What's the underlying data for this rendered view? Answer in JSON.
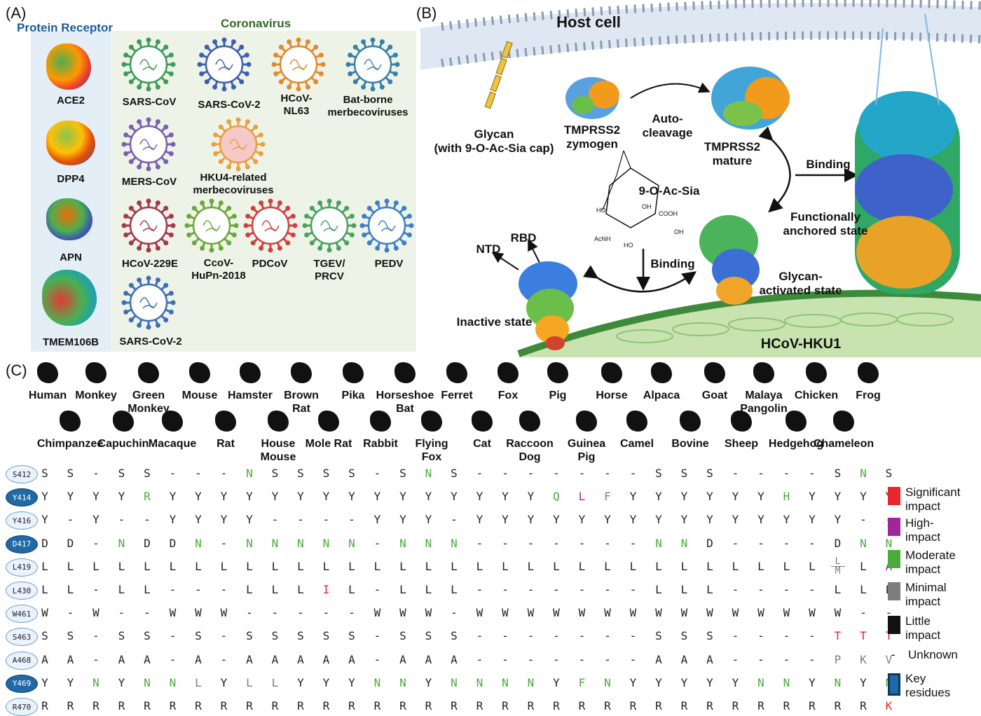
{
  "panels": {
    "a": "(A)",
    "b": "(B)",
    "c": "(C)"
  },
  "panelA": {
    "receptor_header": "Protein Receptor",
    "virus_header": "Coronavirus",
    "receptors": [
      "ACE2",
      "DPP4",
      "APN",
      "TMEM106B"
    ],
    "viruses": {
      "row1": [
        "SARS-CoV",
        "SARS-CoV-2",
        "HCoV-\nNL63",
        "Bat-borne\nmerbecoviruses"
      ],
      "row2": [
        "MERS-CoV",
        "HKU4-related\nmerbecoviruses"
      ],
      "row3": [
        "HCoV-229E",
        "CcoV-\nHuPn-2018",
        "PDCoV",
        "TGEV/\nPRCV",
        "PEDV"
      ],
      "row4": [
        "SARS-CoV-2"
      ]
    },
    "colors": {
      "receptor_header": "#1b5a99",
      "virus_header": "#2f6b1f"
    }
  },
  "panelB": {
    "host_cell": "Host cell",
    "virus_name": "HCoV-HKU1",
    "glycan": "Glycan\n(with 9-O-Ac-Sia cap)",
    "zymogen": "TMPRSS2\nzymogen",
    "autocleavage": "Auto-\ncleavage",
    "mature": "TMPRSS2\nmature",
    "sia": "9-O-Ac-Sia",
    "binding1": "Binding",
    "binding2": "Binding",
    "functional": "Functionally\nanchored state",
    "glycan_activated": "Glycan-\nactivated state",
    "inactive": "Inactive state",
    "ntd": "NTD",
    "rbd": "RBD",
    "chem": {
      "hoa": "HO",
      "oh1": "OH",
      "cooh": "COOH",
      "oh2": "OH",
      "acnh": "AcNH",
      "hob": "HO"
    }
  },
  "panelC": {
    "animals_row1": [
      "Human",
      "Monkey",
      "Green\nMonkey",
      "Mouse",
      "Hamster",
      "Brown\nRat",
      "Pika",
      "Horseshoe\nBat",
      "Ferret",
      "Fox",
      "Pig",
      "Horse",
      "Alpaca",
      "Goat",
      "Malaya\nPangolin",
      "Chicken",
      "Frog"
    ],
    "animals_row2": [
      "Chimpanzee",
      "Capuchin",
      "Macaque",
      "Rat",
      "House\nMouse",
      "Mole Rat",
      "Rabbit",
      "Flying\nFox",
      "Cat",
      "Raccoon\nDog",
      "Guinea\nPig",
      "Camel",
      "Bovine",
      "Sheep",
      "Hedgehog",
      "Chameleon"
    ],
    "residues": [
      {
        "label": "S412",
        "key": false,
        "cells": [
          "S",
          "S",
          "-",
          "S",
          "S",
          "-",
          "-",
          "-",
          "N",
          "S",
          "S",
          "S",
          "S",
          "-",
          "S",
          "N",
          "S",
          "-",
          "-",
          "-",
          "-",
          "-",
          "-",
          "-",
          "S",
          "S",
          "S",
          "-",
          "-",
          "-",
          "-",
          "S",
          "N",
          "S"
        ]
      },
      {
        "label": "Y414",
        "key": true,
        "cells": [
          "Y",
          "Y",
          "Y",
          "Y",
          "R",
          "Y",
          "Y",
          "Y",
          "Y",
          "Y",
          "Y",
          "Y",
          "Y",
          "Y",
          "Y",
          "Y",
          "Y",
          "Y",
          "Y",
          "Y",
          "Q",
          "L",
          "F",
          "Y",
          "Y",
          "Y",
          "Y",
          "Y",
          "Y",
          "H",
          "Y",
          "Y",
          "Y",
          "Y"
        ]
      },
      {
        "label": "Y416",
        "key": false,
        "cells": [
          "Y",
          "-",
          "Y",
          "-",
          "-",
          "Y",
          "Y",
          "Y",
          "Y",
          "-",
          "-",
          "-",
          "-",
          "Y",
          "Y",
          "Y",
          "-",
          "Y",
          "Y",
          "Y",
          "Y",
          "Y",
          "Y",
          "Y",
          "Y",
          "Y",
          "Y",
          "Y",
          "Y",
          "Y",
          "Y",
          "Y",
          "-",
          "-"
        ]
      },
      {
        "label": "D417",
        "key": true,
        "cells": [
          "D",
          "D",
          "-",
          "N",
          "D",
          "D",
          "N",
          "-",
          "N",
          "N",
          "N",
          "N",
          "N",
          "-",
          "N",
          "N",
          "N",
          "-",
          "-",
          "-",
          "-",
          "-",
          "-",
          "-",
          "N",
          "N",
          "D",
          "-",
          "-",
          "-",
          "-",
          "D",
          "N",
          "N"
        ]
      },
      {
        "label": "L419",
        "key": false,
        "cells": [
          "L",
          "L",
          "L",
          "L",
          "L",
          "L",
          "L",
          "L",
          "L",
          "L",
          "L",
          "L",
          "L",
          "L",
          "L",
          "L",
          "L",
          "L",
          "L",
          "L",
          "L",
          "L",
          "L",
          "L",
          "L",
          "L",
          "L",
          "L",
          "L",
          "L",
          "L",
          "L/M",
          "L",
          "A"
        ]
      },
      {
        "label": "L430",
        "key": false,
        "cells": [
          "L",
          "L",
          "-",
          "L",
          "L",
          "-",
          "-",
          "-",
          "L",
          "L",
          "L",
          "I",
          "L",
          "-",
          "L",
          "L",
          "L",
          "-",
          "-",
          "-",
          "-",
          "-",
          "-",
          "-",
          "L",
          "L",
          "L",
          "-",
          "-",
          "-",
          "-",
          "L",
          "L",
          "L"
        ]
      },
      {
        "label": "W461",
        "key": false,
        "cells": [
          "W",
          "-",
          "W",
          "-",
          "-",
          "W",
          "W",
          "W",
          "-",
          "-",
          "-",
          "-",
          "-",
          "W",
          "W",
          "W",
          "-",
          "W",
          "W",
          "W",
          "W",
          "W",
          "W",
          "W",
          "W",
          "W",
          "W",
          "W",
          "W",
          "W",
          "W",
          "W",
          "-",
          "-"
        ]
      },
      {
        "label": "S463",
        "key": false,
        "cells": [
          "S",
          "S",
          "-",
          "S",
          "S",
          "-",
          "S",
          "-",
          "S",
          "S",
          "S",
          "S",
          "S",
          "-",
          "S",
          "S",
          "S",
          "-",
          "-",
          "-",
          "-",
          "-",
          "-",
          "-",
          "S",
          "S",
          "S",
          "-",
          "-",
          "-",
          "-",
          "T",
          "T",
          "T"
        ]
      },
      {
        "label": "A468",
        "key": false,
        "cells": [
          "A",
          "A",
          "-",
          "A",
          "A",
          "-",
          "A",
          "-",
          "A",
          "A",
          "A",
          "A",
          "A",
          "-",
          "A",
          "A",
          "A",
          "-",
          "-",
          "-",
          "-",
          "-",
          "-",
          "-",
          "A",
          "A",
          "A",
          "-",
          "-",
          "-",
          "-",
          "P",
          "K",
          "V"
        ]
      },
      {
        "label": "Y469",
        "key": true,
        "cells": [
          "Y",
          "Y",
          "N",
          "Y",
          "N",
          "N",
          "L",
          "Y",
          "L",
          "L",
          "Y",
          "Y",
          "Y",
          "N",
          "N",
          "Y",
          "N",
          "N",
          "N",
          "N",
          "Y",
          "F",
          "N",
          "Y",
          "Y",
          "Y",
          "Y",
          "Y",
          "N",
          "N",
          "Y",
          "N",
          "Y",
          "N"
        ]
      },
      {
        "label": "R470",
        "key": false,
        "cells": [
          "R",
          "R",
          "R",
          "R",
          "R",
          "R",
          "R",
          "R",
          "R",
          "R",
          "R",
          "R",
          "R",
          "R",
          "R",
          "R",
          "R",
          "R",
          "R",
          "R",
          "R",
          "R",
          "R",
          "R",
          "R",
          "R",
          "R",
          "R",
          "R",
          "R",
          "R",
          "R",
          "R",
          "K"
        ]
      }
    ],
    "highlights": {
      "S412": {
        "8": "moderate",
        "15": "moderate",
        "32": "moderate"
      },
      "Y414": {
        "4": "moderate",
        "20": "moderate",
        "21": "high",
        "22": "moderate",
        "29": "moderate"
      },
      "D417": {
        "3": "moderate",
        "6": "moderate",
        "8": "moderate",
        "9": "moderate",
        "10": "moderate",
        "11": "moderate",
        "12": "moderate",
        "14": "moderate",
        "15": "moderate",
        "16": "moderate",
        "24": "moderate",
        "25": "moderate",
        "32": "moderate",
        "33": "moderate"
      },
      "L419": {
        "31": "minimal",
        "33": "high"
      },
      "L430": {
        "11": "significant"
      },
      "S463": {
        "31": "significant",
        "32": "significant",
        "33": "significant"
      },
      "A468": {
        "31": "minimal",
        "32": "minimal",
        "33": "minimal"
      },
      "Y469": {
        "2": "moderate",
        "4": "moderate",
        "5": "moderate",
        "6": "minimal",
        "8": "minimal",
        "9": "minimal",
        "13": "moderate",
        "14": "moderate",
        "16": "moderate",
        "17": "moderate",
        "18": "moderate",
        "19": "moderate",
        "21": "moderate",
        "22": "moderate",
        "28": "moderate",
        "29": "moderate",
        "31": "moderate",
        "33": "moderate"
      },
      "R470": {
        "33": "significant"
      }
    },
    "legend": [
      {
        "label": "Significant\nimpact",
        "color": "#e8262b"
      },
      {
        "label": "High-\nimpact",
        "color": "#a0269a"
      },
      {
        "label": "Moderate\nimpact",
        "color": "#4caa3c"
      },
      {
        "label": "Minimal\nimpact",
        "color": "#7d7d7d"
      },
      {
        "label": "Little\nimpact",
        "color": "#111111"
      },
      {
        "label": "Unknown",
        "color": "none"
      },
      {
        "label": "Key\nresidues",
        "color": "#1f6aa6"
      }
    ],
    "unknown_symbol": "-",
    "impact_colors": {
      "significant": "#e8262b",
      "high": "#a0269a",
      "moderate": "#4caa3c",
      "minimal": "#7d7d7d",
      "little": "#222222"
    }
  }
}
